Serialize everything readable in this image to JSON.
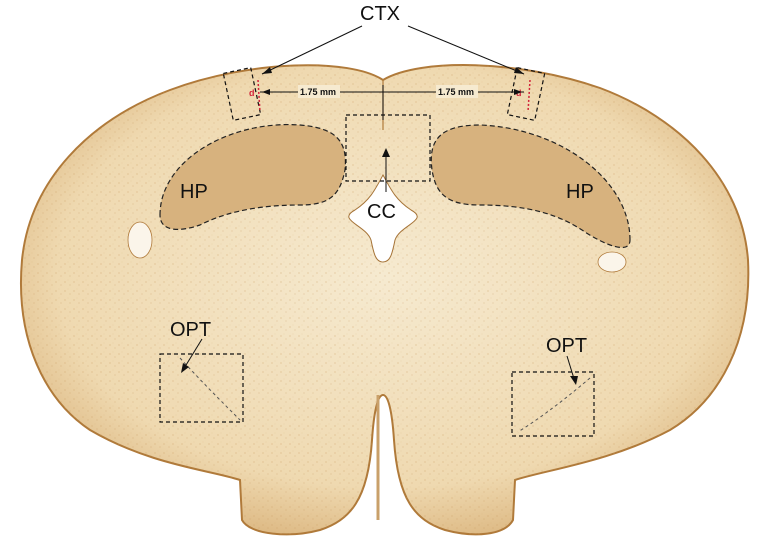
{
  "figure": {
    "labels": {
      "ctx": "CTX",
      "hp_left": "HP",
      "hp_right": "HP",
      "cc": "CC",
      "opt_left": "OPT",
      "opt_right": "OPT",
      "dist_left": "1.75 mm",
      "dist_right": "1.75 mm",
      "d_left": "d",
      "d_right": "d"
    },
    "colors": {
      "tissue": "#f2e0bd",
      "tissue_edge": "#b07a3a",
      "hippocampus": "#d7b27e",
      "annotation": "#111111",
      "depth_marker": "#d2233a"
    }
  }
}
